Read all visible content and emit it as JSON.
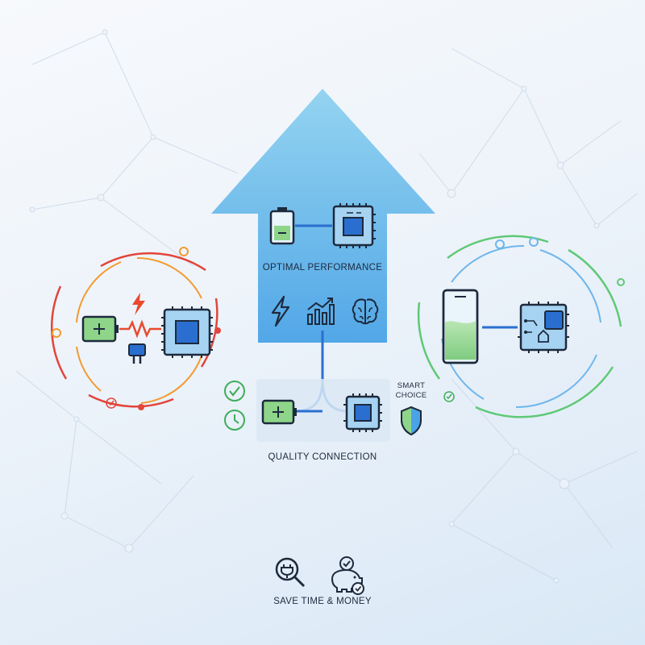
{
  "labels": {
    "optimal_performance": "OPTIMAL PERFORMANCE",
    "quality_connection": "QUALITY CONNECTION",
    "smart_choice_line1": "SMART",
    "smart_choice_line2": "CHOICE",
    "save_time_money": "SAVE TIME & MONEY"
  },
  "colors": {
    "arrow_top": "#8fd2f0",
    "arrow_bottom": "#4aa3e6",
    "chip_fill": "#a7d3f2",
    "chip_core": "#2a6fd0",
    "outline": "#1d2a3c",
    "battery_green": "#8ed58a",
    "red_ring": "#e2453b",
    "orange_ring": "#f39a2e",
    "green_ring": "#5fc976",
    "blue_ring": "#6fb6ec",
    "wire_blue": "#2a6fd0",
    "bolt_red": "#e84a2c",
    "check_green": "#3fae5a"
  },
  "icons": {
    "battery_low": "battery-low-icon",
    "battery_full": "battery-icon",
    "chip": "chip-icon",
    "bolt": "lightning-bolt-icon",
    "chart": "growth-chart-icon",
    "brain": "brain-icon",
    "plug": "plug-icon",
    "phone": "phone-icon",
    "shield": "shield-icon",
    "check": "check-icon",
    "clock": "clock-icon",
    "search_plug": "plug-search-icon",
    "piggy_bank": "piggy-bank-icon"
  }
}
